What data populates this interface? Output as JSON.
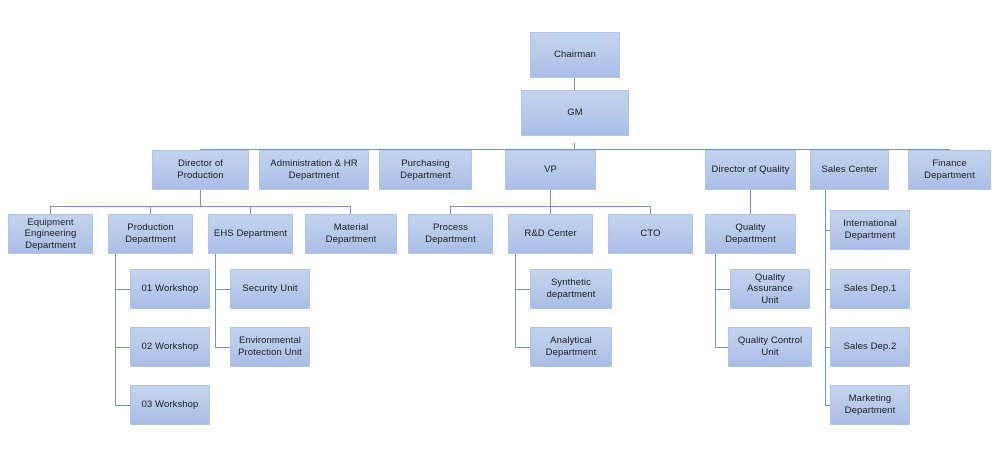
{
  "chart_type": "organization-chart",
  "colors": {
    "node_fill_top": "#c3d3ee",
    "node_fill_bottom": "#a8bde6",
    "node_border": "#b2c4e8",
    "connector": "#6f94cd",
    "text": "#1b1b1b",
    "background": "#ffffff"
  },
  "nodes": {
    "chairman": "Chairman",
    "gm": "GM",
    "director_of_production": "Director of Production",
    "admin_hr_department": "Administration & HR\nDepartment",
    "purchasing_department": "Purchasing\nDepartment",
    "vp": "VP",
    "director_of_quality": "Director of Quality",
    "sales_center": "Sales Center",
    "finance_department": "Finance Department",
    "equipment_engineering_department": "Equipment\nEngineering\nDepartment",
    "production_department": "Production\nDepartment",
    "ehs_department": "EHS Department",
    "material_department": "Material Department",
    "process_department": "Process  Department",
    "rd_center": "R&D Center",
    "cto": "CTO",
    "quality_department": "Quality Department",
    "international_department": "International\nDepartment",
    "workshop_01": "01 Workshop",
    "workshop_02": "02 Workshop",
    "workshop_03": "03 Workshop",
    "security_unit": "Security Unit",
    "environmental_protection_unit": "Environmental\nProtection Unit",
    "synthetic_department": "Synthetic department",
    "analytical_department": "Analytical\nDepartment",
    "quality_assurance_unit": "Quality Assurance\nUnit",
    "quality_control_unit": "Quality Control Unit",
    "sales_dep_1": "Sales Dep.1",
    "sales_dep_2": "Sales Dep.2",
    "marketing_department": "Marketing\nDepartment"
  },
  "hierarchy": {
    "root": "chairman",
    "edges": [
      {
        "from": "chairman",
        "to": "gm"
      },
      {
        "from": "gm",
        "to": "director_of_production"
      },
      {
        "from": "gm",
        "to": "admin_hr_department"
      },
      {
        "from": "gm",
        "to": "purchasing_department"
      },
      {
        "from": "gm",
        "to": "vp"
      },
      {
        "from": "gm",
        "to": "director_of_quality"
      },
      {
        "from": "gm",
        "to": "sales_center"
      },
      {
        "from": "gm",
        "to": "finance_department"
      },
      {
        "from": "director_of_production",
        "to": "equipment_engineering_department"
      },
      {
        "from": "director_of_production",
        "to": "production_department"
      },
      {
        "from": "director_of_production",
        "to": "ehs_department"
      },
      {
        "from": "director_of_production",
        "to": "material_department"
      },
      {
        "from": "vp",
        "to": "process_department"
      },
      {
        "from": "vp",
        "to": "rd_center"
      },
      {
        "from": "vp",
        "to": "cto"
      },
      {
        "from": "director_of_quality",
        "to": "quality_department"
      },
      {
        "from": "sales_center",
        "to": "international_department"
      },
      {
        "from": "sales_center",
        "to": "sales_dep_1"
      },
      {
        "from": "sales_center",
        "to": "sales_dep_2"
      },
      {
        "from": "sales_center",
        "to": "marketing_department"
      },
      {
        "from": "production_department",
        "to": "workshop_01"
      },
      {
        "from": "production_department",
        "to": "workshop_02"
      },
      {
        "from": "production_department",
        "to": "workshop_03"
      },
      {
        "from": "ehs_department",
        "to": "security_unit"
      },
      {
        "from": "ehs_department",
        "to": "environmental_protection_unit"
      },
      {
        "from": "rd_center",
        "to": "synthetic_department"
      },
      {
        "from": "rd_center",
        "to": "analytical_department"
      },
      {
        "from": "quality_department",
        "to": "quality_assurance_unit"
      },
      {
        "from": "quality_department",
        "to": "quality_control_unit"
      }
    ]
  }
}
